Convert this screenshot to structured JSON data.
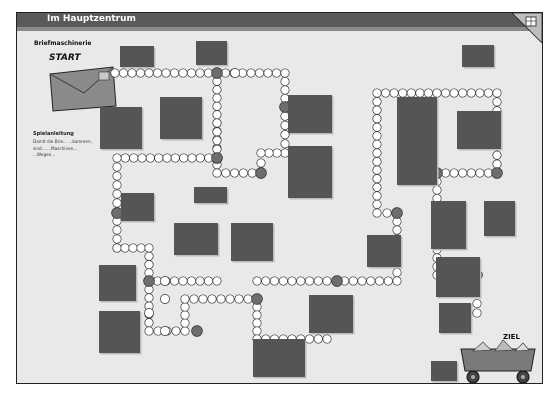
{
  "header": {
    "title": "Im Hauptzentrum",
    "subtitle": "Briefmaschinerie"
  },
  "board": {
    "start_label": "START",
    "goal_label": "ZIEL"
  },
  "rules": {
    "heading": "Spielanleitung",
    "text": "Damit die Brie... ...kommen, sind... ...Maschinen... ...Wegen..."
  },
  "icons": {
    "envelope": "envelope-icon",
    "cart": "mail-cart-icon",
    "corner": "gift-box-icon"
  },
  "colors": {
    "board_background": "#e9e9e9",
    "title_bar": "#5a5a5a",
    "card_background": "#555555",
    "stop_field": "#6d6d6d",
    "path_circle": "#ffffff"
  }
}
